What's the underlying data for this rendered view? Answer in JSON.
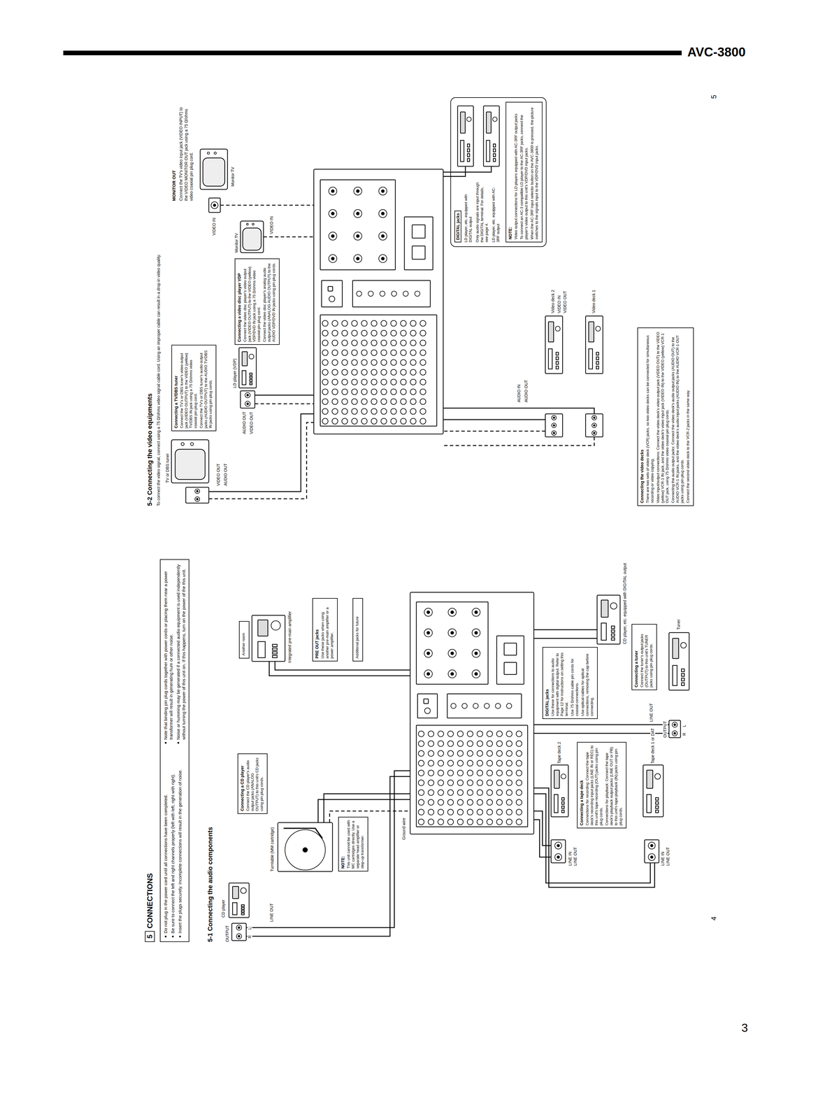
{
  "diagram": {
    "title": "CONNECTIONS",
    "nodes": [
      {
        "text": [
          "5"
        ]
      },
      {
        "text": [
          "Do not plug in the power cord until all connections have been completed.",
          "Be sure to connect the left and right channels properly (left with left, right with right).",
          "Insert the plugs securely. Incomplete connections will result in the generation of noise.",
          "Note that binding pin plug cords together with power cords or placing them near a power transformer will result in generating hum or other noise.",
          "Noise or humming may be generated if a connected audio equipment is used independently without turning the power of this unit on. If this happens, turn on the power of the this unit."
        ]
      },
      {
        "text": [
          "Connecting a CD player",
          "Connect the CD player's audio output jacks (ANALOG OUTPUT) to this unit's CD jacks using pin plug cords."
        ]
      },
      {
        "text": [
          "NOTE:",
          "This unit cannot be used with MC cartridges directly. Use a separate head amplifier or step-up transformer."
        ]
      },
      {
        "text": [
          "Another room"
        ]
      },
      {
        "text": [
          "PRE OUT jacks",
          "Use these jacks when using another pre-main amplifier or a power amplifier."
        ]
      },
      {
        "text": [
          "Additional jacks for future"
        ]
      },
      {
        "text": [
          "DIGITAL jacks",
          "Use these for connections to audio equipment with digital output. Refer to Page 12 for instructions on setting this terminal.",
          "Use 75 Ω/ohms cable pin cords for coaxial connections.",
          "Use optical cables for optical connections, removing the cap before connecting."
        ]
      },
      {
        "text": [
          "Connecting a tuner",
          "Connect the tuner's output jacks (OUTPUT) to this unit's TUNER jacks using pin plug cords."
        ]
      },
      {
        "text": [
          "Connecting a tape deck",
          "Connections for recording: Connect the tape deck's recording input jacks (LINE IN or REC) to this unit's tape recording (OUT) jacks using pin plug cords.",
          "Connections for playback: Connect the tape deck's playback output jacks (LINE OUT or PB) to this unit's tape playback (IN) jacks using pin plug cords."
        ]
      },
      {
        "text": [
          "Connecting a TV/DBS tuner",
          "Connect the TV's or DBS tuner's video output jack (VIDEO OUTPUT) to the VIDEO (yellow) TV/DBS IN jack using a 75 Ω/ohms video coaxial pin plug cord.",
          "Connect the TV's or DBS tuner's audio output jacks (AUDIO OUTPUT) to the AUDIO TV/DBS IN jacks using pin plug cords."
        ]
      },
      {
        "text": [
          "Connecting a video disc player VDP",
          "Connect the video disc player's video output jack (VIDEO OUTPUT) to the VIDEO (yellow) VDP/DVD IN jack using a 75 Ω/ohms video coaxial pin plug cord.",
          "Connect the video disc player's analog audio output jacks (ANALOG AUDIO OUTPUT) to the AUDIO VDP/DVD IN jacks using pin plug cords."
        ]
      },
      {
        "text": [
          "Connecting the video decks",
          "There are two sets of video deck (VCR) jacks, so two video decks can be connected for simultaneous recording or video copying.",
          "Video input/output connections: Connect the video deck's video output jack (VIDEO OUT) to the VIDEO (yellow) VCR-1 IN jack, and the video deck's video input jack (VIDEO IN) to the VIDEO (yellow) VCR-1 OUT jack, using 75 Ω/ohms video coaxial pin plug cords.",
          "Connecting the audio output jacks: Connect the video deck's audio output jacks (AUDIO OUT) to the AUDIO VCR-1 IN jacks, and the video deck's audio input jacks (AUDIO IN) to the AUDIO VCR-1 OUT jacks using pin plug cords.",
          "Connect the second video deck to the VCR-2 jacks in the same way."
        ]
      },
      {
        "text": [
          "DIGITAL jacks",
          "LD player, etc. equipped with DIGITAL output",
          "Only audio signals are input through the DIGITAL terminal. For details, see page 4.",
          "LD player, etc. equipped with AC-3RF output"
        ]
      },
      {
        "text": [
          "NOTE:",
          "Video output connections for LD players equipped with AC-3RF output jacks",
          "To connect an AC-3 compatible LD player to the AC-3RF jacks, connect the player's video output to this unit's VDP/DVD input jacks.",
          "When the AC-3RF input selector button on the AVC-3800 is pressed, the picture switches to the signals input to the VDP/DVD input jacks."
        ],
        "in": 13
      }
    ],
    "labels": [
      "AVC-3800",
      "3",
      "5-1 Connecting the audio components",
      "CD player",
      "OUTPUT",
      "R",
      "L",
      "LINE OUT",
      "Turntable (MM cartridge)",
      "Ground wire",
      "Integrated pre-main amplifier",
      "CD player, etc. equipped with DIGITAL output",
      "Tuner",
      "OUTPUT",
      "R",
      "L",
      "LINE OUT",
      "Tape deck 2",
      "LINE IN",
      "LINE OUT",
      "Tape deck 1 or DAT",
      "LINE IN",
      "LINE OUT",
      "4",
      "5-2 Connecting the video equipments",
      "To connect the video signal, connect using a 75 Ω/ohms video signal cable cord. Using an improper cable can result in a drop in video quality.",
      "TV or DBS tuner",
      "VIDEO OUT",
      "AUDIO OUT",
      "LD player (VDP)",
      "AUDIO OUT",
      "VIDEO OUT",
      "MONITOR OUT",
      "Connect the TV's video input jack (VIDEO INPUT) to the VIDEO MONITOR OUT jack using a 75 Ω/ohms video coaxial pin plug cord.",
      "VIDEO IN",
      "Monitor TV",
      "Monitor TV",
      "VIDEO IN",
      "Video deck 2",
      "VIDEO IN",
      "VIDEO OUT",
      "Video deck 1",
      "AUDIO IN",
      "AUDIO OUT",
      "5"
    ]
  }
}
